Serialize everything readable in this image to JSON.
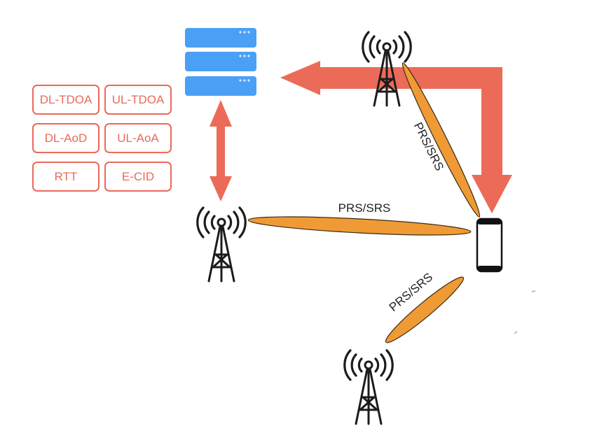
{
  "diagram": {
    "type": "positioning-architecture",
    "colors": {
      "arrow": "#ec6b58",
      "server": "#4aa0f5",
      "beam": "#f09a35",
      "method_box": "#ea6a5a",
      "tower": "#1c1c1c"
    },
    "positioning_methods": [
      {
        "label": "DL-TDOA"
      },
      {
        "label": "UL-TDOA"
      },
      {
        "label": "DL-AoD"
      },
      {
        "label": "UL-AoA"
      },
      {
        "label": "RTT"
      },
      {
        "label": "E-CID"
      }
    ],
    "nodes": [
      {
        "id": "location-server",
        "icon": "server-icon"
      },
      {
        "id": "base-station-top",
        "icon": "cell-tower-icon"
      },
      {
        "id": "base-station-left",
        "icon": "cell-tower-icon"
      },
      {
        "id": "base-station-bottom",
        "icon": "cell-tower-icon"
      },
      {
        "id": "user-equipment",
        "icon": "smartphone-icon"
      }
    ],
    "beams": [
      {
        "from": "base-station-top",
        "to": "user-equipment",
        "label": "PRS/SRS"
      },
      {
        "from": "base-station-left",
        "to": "user-equipment",
        "label": "PRS/SRS"
      },
      {
        "from": "base-station-bottom",
        "to": "user-equipment",
        "label": "PRS/SRS"
      }
    ],
    "arrows": [
      {
        "from": "location-server",
        "to": "base-station-left",
        "direction": "bidirectional"
      },
      {
        "from": "user-equipment",
        "to": "location-server",
        "direction": "bidirectional",
        "style": "elbow"
      }
    ]
  }
}
